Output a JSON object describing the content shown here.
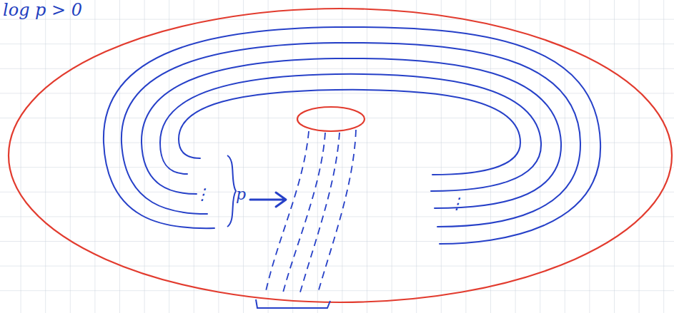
{
  "diagram": {
    "labels": [
      "log p > 0",
      "p",
      "⋮",
      "⋮"
    ]
  }
}
